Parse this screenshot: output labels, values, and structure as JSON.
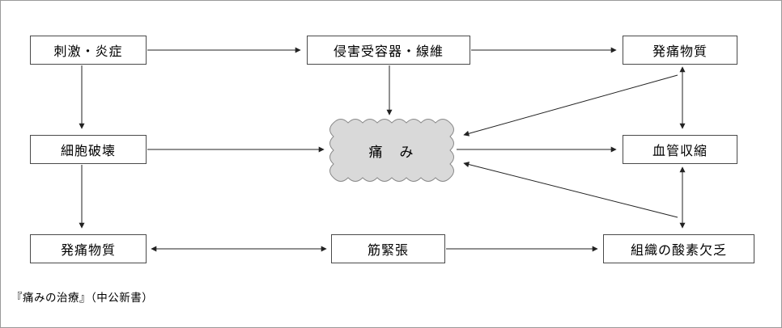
{
  "page": {
    "caption": "『痛みの治療』（中公新書）"
  },
  "nodes": {
    "stimulus": {
      "label": "刺激・炎症"
    },
    "nociceptor": {
      "label": "侵害受容器・線維"
    },
    "pain_substance_top": {
      "label": "発痛物質"
    },
    "cell_destruction": {
      "label": "細胞破壊"
    },
    "pain": {
      "label": "痛　み"
    },
    "vasoconstriction": {
      "label": "血管収縮"
    },
    "pain_substance_bottom": {
      "label": "発痛物質"
    },
    "muscle_tension": {
      "label": "筋緊張"
    },
    "oxygen_deficiency": {
      "label": "組織の酸素欠乏"
    }
  },
  "edges": [
    {
      "from": "刺激・炎症",
      "to": "侵害受容器・線維",
      "type": "arrow"
    },
    {
      "from": "侵害受容器・線維",
      "to": "発痛物質(上段)",
      "type": "arrow"
    },
    {
      "from": "刺激・炎症",
      "to": "細胞破壊",
      "type": "arrow"
    },
    {
      "from": "侵害受容器・線維",
      "to": "痛み",
      "type": "arrow"
    },
    {
      "from": "細胞破壊",
      "to": "痛み",
      "type": "arrow"
    },
    {
      "from": "細胞破壊",
      "to": "発痛物質(下段)",
      "type": "arrow"
    },
    {
      "from": "発痛物質(上段)",
      "to": "血管収縮",
      "type": "double-arrow"
    },
    {
      "from": "発痛物質(上段)",
      "to": "痛み",
      "type": "arrow"
    },
    {
      "from": "痛み",
      "to": "血管収縮",
      "type": "arrow"
    },
    {
      "from": "血管収縮",
      "to": "組織の酸素欠乏",
      "type": "double-arrow"
    },
    {
      "from": "組織の酸素欠乏",
      "to": "痛み",
      "type": "arrow"
    },
    {
      "from": "発痛物質(下段)",
      "to": "筋緊張",
      "type": "double-arrow"
    },
    {
      "from": "筋緊張",
      "to": "組織の酸素欠乏",
      "type": "arrow"
    }
  ],
  "colors": {
    "line": "#222222",
    "box_border": "#4a4a4a",
    "pain_fill": "#d9d9d9",
    "pain_stroke": "#888888",
    "frame": "#9a9a9a"
  }
}
